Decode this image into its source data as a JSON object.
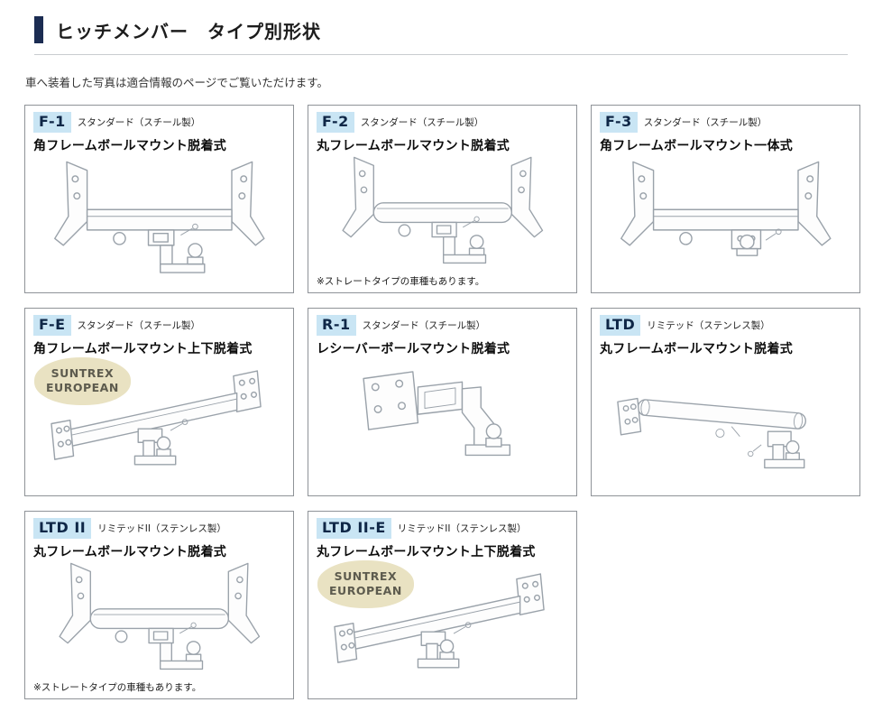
{
  "page": {
    "title": "ヒッチメンバー　タイプ別形状",
    "subtitle": "車へ装着した写真は適合情報のページでご覧いただけます。"
  },
  "cards": [
    {
      "code": "F-1",
      "grade": "スタンダード（スチール製）",
      "desc": "角フレームボールマウント脱着式"
    },
    {
      "code": "F-2",
      "grade": "スタンダード（スチール製）",
      "desc": "丸フレームボールマウント脱着式",
      "note": "※ストレートタイプの車種もあります。"
    },
    {
      "code": "F-3",
      "grade": "スタンダード（スチール製）",
      "desc": "角フレームボールマウント一体式"
    },
    {
      "code": "F-E",
      "grade": "スタンダード（スチール製）",
      "desc": "角フレームボールマウント上下脱着式",
      "badge_line1": "SUNTREX",
      "badge_line2": "EUROPEAN"
    },
    {
      "code": "R-1",
      "grade": "スタンダード（スチール製）",
      "desc": "レシーバーボールマウント脱着式"
    },
    {
      "code": "LTD",
      "grade": "リミテッド（ステンレス製）",
      "desc": "丸フレームボールマウント脱着式"
    },
    {
      "code": "LTD II",
      "grade": "リミテッドII（ステンレス製）",
      "desc": "丸フレームボールマウント脱着式",
      "note": "※ストレートタイプの車種もあります。"
    },
    {
      "code": "LTD II-E",
      "grade": "リミテッドII（ステンレス製）",
      "desc": "丸フレームボールマウント上下脱着式",
      "badge_line1": "SUNTREX",
      "badge_line2": "EUROPEAN"
    }
  ],
  "colors": {
    "accent_navy": "#1b2c52",
    "type_badge_blue": "#c9e5f4",
    "suntrex_cream": "#e9e2c2",
    "card_border": "#8f9398"
  }
}
